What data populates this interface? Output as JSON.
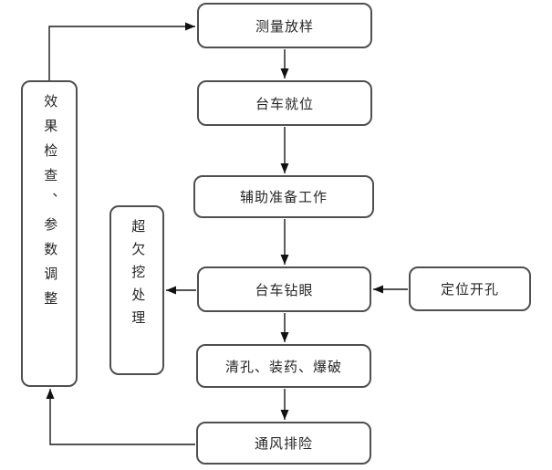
{
  "diagram": {
    "type": "flowchart",
    "nodes": {
      "measure": {
        "label": "测量放样"
      },
      "trolley_in_place": {
        "label": "台车就位"
      },
      "aux_prep": {
        "label": "辅助准备工作"
      },
      "trolley_drill": {
        "label": "台车钻眼"
      },
      "clean_charge_blast": {
        "label": "清孔、装药、爆破"
      },
      "ventilation": {
        "label": "通风排险"
      },
      "effect_check": {
        "label": "效果检查、参数调整"
      },
      "overbreak": {
        "label": "超欠挖处理"
      },
      "positioning": {
        "label": "定位开孔"
      }
    },
    "edges": [
      {
        "from": "measure",
        "to": "trolley_in_place"
      },
      {
        "from": "trolley_in_place",
        "to": "aux_prep"
      },
      {
        "from": "aux_prep",
        "to": "trolley_drill"
      },
      {
        "from": "trolley_drill",
        "to": "clean_charge_blast"
      },
      {
        "from": "clean_charge_blast",
        "to": "ventilation"
      },
      {
        "from": "positioning",
        "to": "trolley_drill"
      },
      {
        "from": "trolley_drill",
        "to": "overbreak"
      },
      {
        "from": "ventilation",
        "to": "effect_check"
      },
      {
        "from": "effect_check",
        "to": "measure"
      }
    ],
    "colors": {
      "box_border": "#4f4f4f",
      "box_fill": "#ffffff",
      "text": "#262626",
      "line": "#1a1a1a",
      "arrowhead": "#111111"
    }
  }
}
